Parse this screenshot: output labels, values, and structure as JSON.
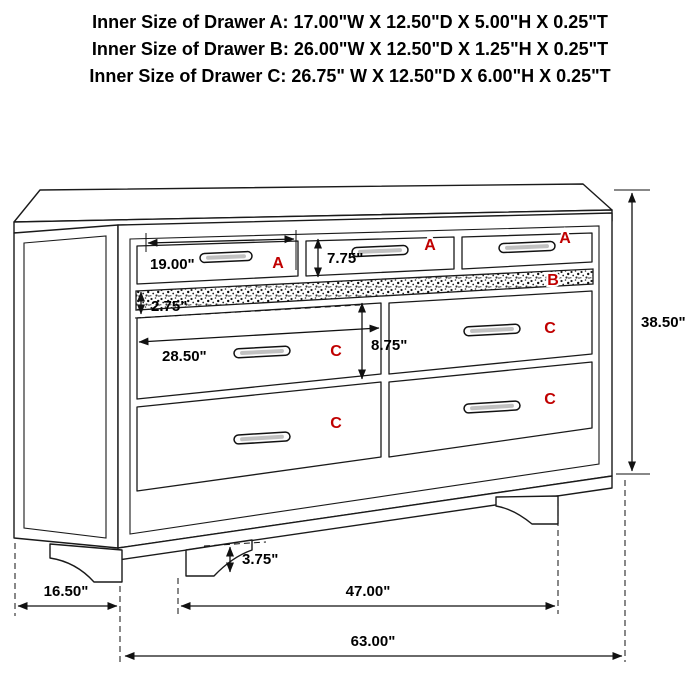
{
  "header": {
    "lines": [
      "Inner Size of Drawer A: 17.00\"W X 12.50\"D X 5.00\"H X 0.25\"T",
      "Inner Size of Drawer B: 26.00\"W X 12.50\"D X 1.25\"H X 0.25\"T",
      "Inner Size of Drawer C: 26.75\" W X 12.50\"D X 6.00\"H X 0.25\"T"
    ]
  },
  "diagram": {
    "drawer_labels": {
      "a_left": "A",
      "a_middle": "A",
      "a_right": "A",
      "b_strip": "B",
      "c_top_left": "C",
      "c_top_right": "C",
      "c_bottom_left": "C",
      "c_bottom_right": "C"
    },
    "dimensions": {
      "top_drawer_width": "19.00\"",
      "top_drawer_height": "7.75\"",
      "b_drawer_height": "2.75\"",
      "c_drawer_width": "28.50\"",
      "c_drawer_height": "8.75\"",
      "total_height": "38.50\"",
      "foot_height": "3.75\"",
      "side_depth": "16.50\"",
      "feet_span": "47.00\"",
      "total_width": "63.00\""
    },
    "colors": {
      "label_red": "#c00000",
      "line_black": "#1a1a1a"
    }
  }
}
